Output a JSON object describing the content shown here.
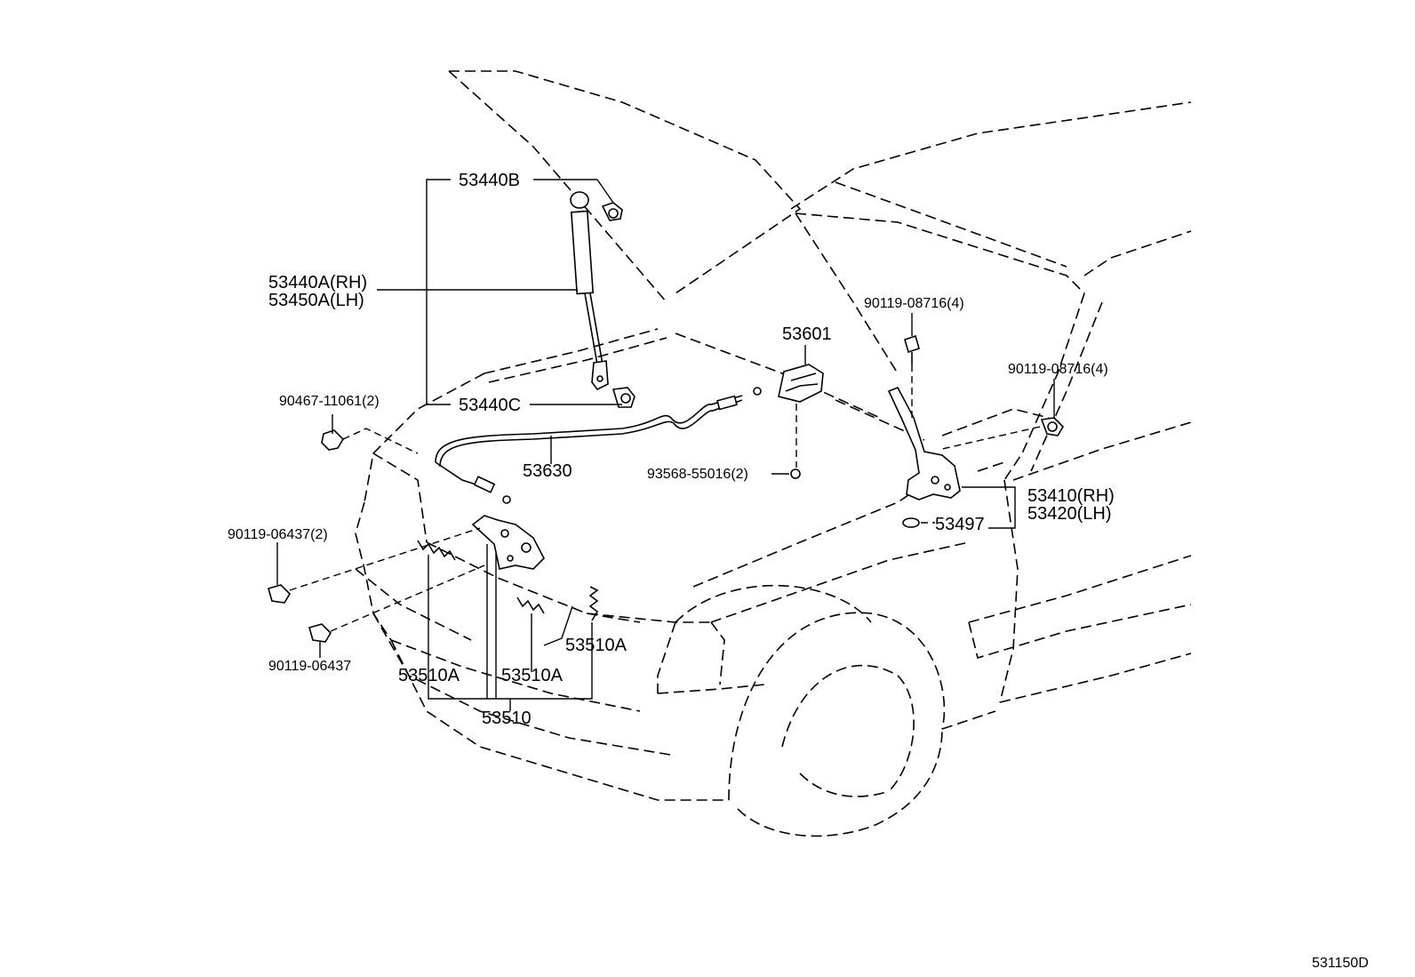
{
  "labels": {
    "p53440B": "53440B",
    "p53440A_RH": "53440A(RH)",
    "p53450A_LH": "53450A(LH)",
    "p53440C": "53440C",
    "p90467": "90467-11061(2)",
    "p53630": "53630",
    "p53601": "53601",
    "p93568": "93568-55016(2)",
    "p90119_08716_a": "90119-08716(4)",
    "p90119_08716_b": "90119-08716(4)",
    "p53410_RH": "53410(RH)",
    "p53420_LH": "53420(LH)",
    "p53497": "53497",
    "p90119_06437_2": "90119-06437(2)",
    "p90119_06437": "90119-06437",
    "p53510A_1": "53510A",
    "p53510A_2": "53510A",
    "p53510A_3": "53510A",
    "p53510": "53510",
    "figure_code": "531150D"
  }
}
